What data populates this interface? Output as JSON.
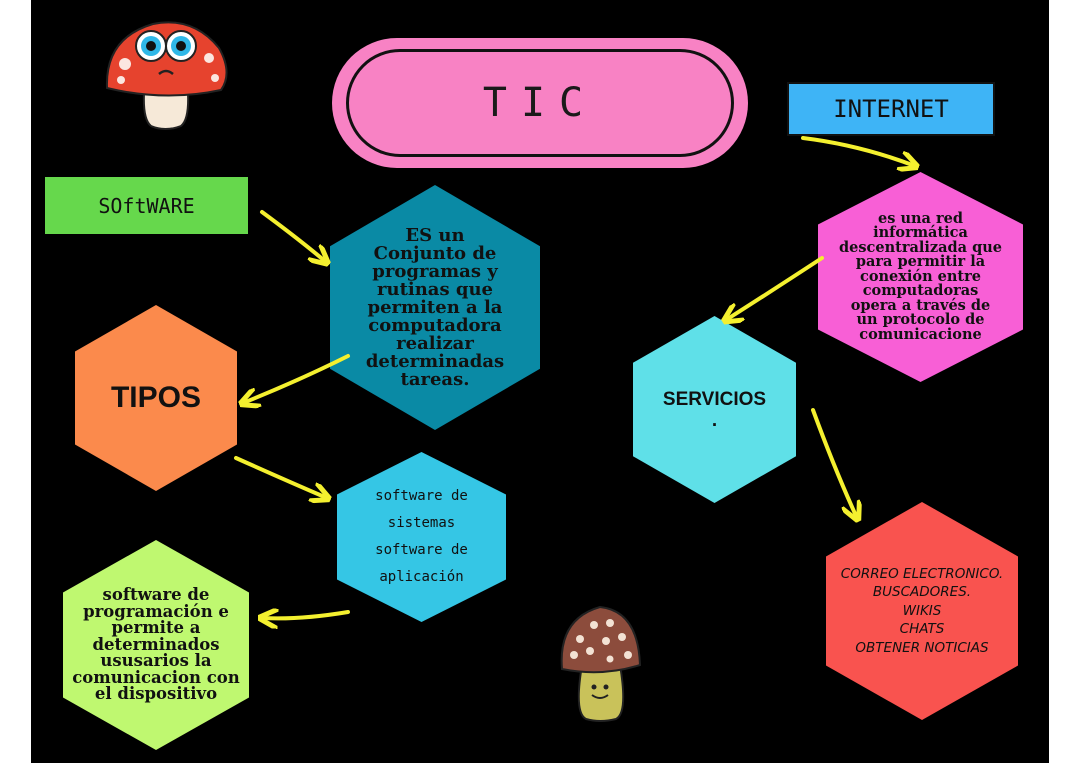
{
  "title": "TIC",
  "nodes": {
    "software": "SOftWARE",
    "internet": "INTERNET",
    "software_def": "ES un Conjunto de programas y rutinas que permiten a la computadora realizar determinadas tareas.",
    "tipos": "TIPOS",
    "tipos_items": {
      "line1": "software de",
      "line2": "sistemas",
      "line3": "software de",
      "line4": "aplicación"
    },
    "programacion": "software de programación e permite a determinados ususarios la comunicacion con el dispositivo",
    "internet_def": "es una red informática descentralizada que para permitir la conexión entre computadoras opera a través de un protocolo de comunicacione",
    "servicios": "SERVICIOS",
    "servicios_dot": ".",
    "servicios_list": [
      "CORREO ELECTRONICO.",
      "BUSCADORES.",
      "WIKIS",
      "CHATS",
      "OBTENER NOTICIAS"
    ]
  },
  "colors": {
    "background": "#000000",
    "title_pill": "#f882c4",
    "software_box": "#66d84c",
    "internet_box": "#3eb4f6",
    "software_def_hex": "#0a8aa5",
    "tipos_hex": "#fb8a4c",
    "tipos_items_hex": "#35c6e5",
    "programacion_hex": "#bff870",
    "internet_def_hex": "#f85fd6",
    "servicios_hex": "#5fe0e8",
    "servicios_list_hex": "#f9534f",
    "arrow": "#f4f02f"
  },
  "decorations": [
    "mushroom-red-icon",
    "mushroom-brown-icon"
  ]
}
